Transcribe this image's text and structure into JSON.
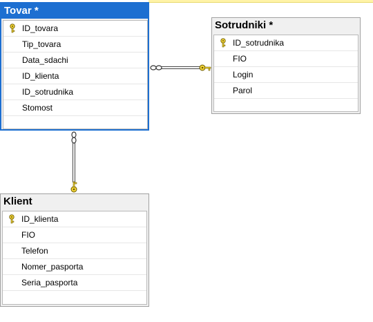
{
  "colors": {
    "selection": "#1d6fd1",
    "key": "#f2d43a",
    "header_bg": "#f0f0f0"
  },
  "tables": {
    "tovar": {
      "title": "Tovar *",
      "selected": true,
      "columns": [
        {
          "name": "ID_tovara",
          "key": true
        },
        {
          "name": "Tip_tovara",
          "key": false
        },
        {
          "name": "Data_sdachi",
          "key": false
        },
        {
          "name": "ID_klienta",
          "key": false
        },
        {
          "name": "ID_sotrudnika",
          "key": false
        },
        {
          "name": "Stomost",
          "key": false
        }
      ]
    },
    "sotrudniki": {
      "title": "Sotrudniki *",
      "selected": false,
      "columns": [
        {
          "name": "ID_sotrudnika",
          "key": true
        },
        {
          "name": "FIO",
          "key": false
        },
        {
          "name": "Login",
          "key": false
        },
        {
          "name": "Parol",
          "key": false
        }
      ]
    },
    "klient": {
      "title": "Klient",
      "selected": false,
      "columns": [
        {
          "name": "ID_klienta",
          "key": true
        },
        {
          "name": "FIO",
          "key": false
        },
        {
          "name": "Telefon",
          "key": false
        },
        {
          "name": "Nomer_pasporta",
          "key": false
        },
        {
          "name": "Seria_pasporta",
          "key": false
        }
      ]
    }
  },
  "relationships": [
    {
      "from": "tovar",
      "to": "sotrudniki",
      "from_end": "many",
      "to_end": "one"
    },
    {
      "from": "tovar",
      "to": "klient",
      "from_end": "many",
      "to_end": "one"
    }
  ]
}
